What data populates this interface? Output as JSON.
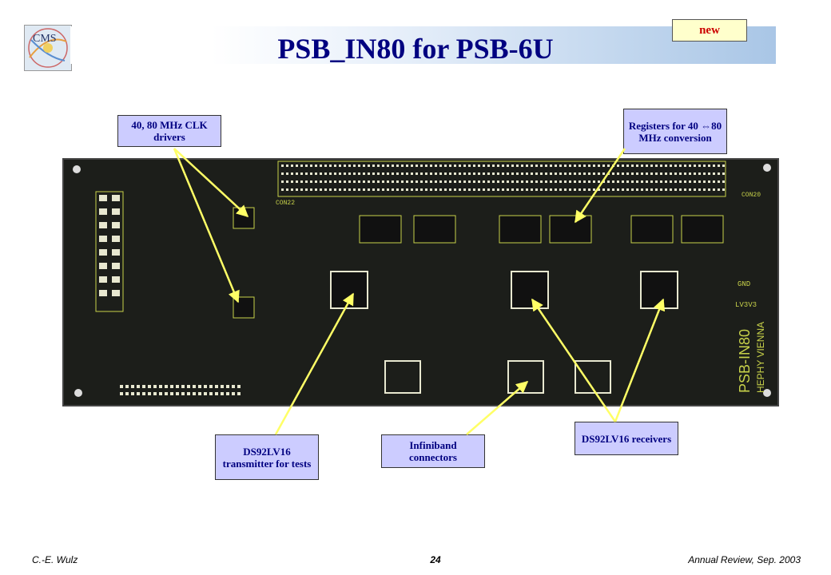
{
  "slide": {
    "title": "PSB_IN80 for PSB-6U",
    "badge": "new",
    "logo_text": "CMS"
  },
  "callouts": {
    "clk_drivers": "40, 80 MHz CLK drivers",
    "registers": "Registers for 40 ⇔80 MHz conversion",
    "transmitter": "DS92LV16 transmitter for tests",
    "infiniband": "Infiniband connectors",
    "receivers": "DS92LV16 receivers"
  },
  "board": {
    "silk_name": "PSB-IN80",
    "silk_org": "HEPHY VIENNA",
    "label_gnd": "GND",
    "label_lv3v3": "LV3V3",
    "label_con20": "CON20",
    "label_con22": "CON22"
  },
  "footer": {
    "author": "C.-E. Wulz",
    "page": "24",
    "event": "Annual Review, Sep. 2003"
  },
  "colors": {
    "title": "#000080",
    "callout_bg": "#ccccff",
    "arrow": "#ffff66",
    "pcb": "#1c1e1a",
    "trace": "#c8d24a"
  }
}
